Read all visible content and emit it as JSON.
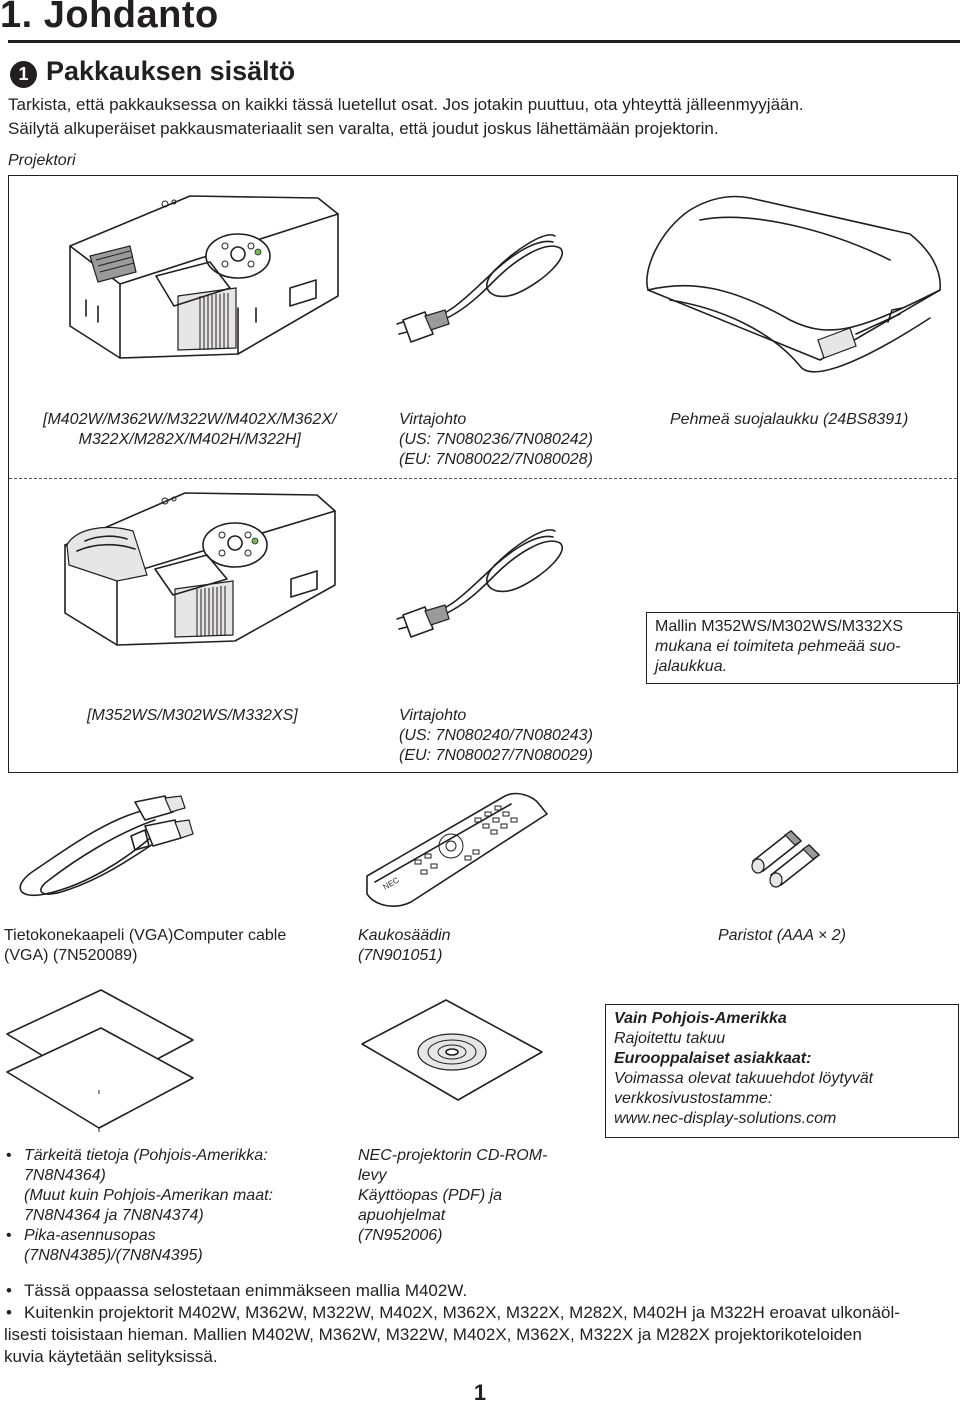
{
  "chapter_title": "1. Johdanto",
  "section": {
    "number": "1",
    "title": "Pakkauksen sisältö"
  },
  "intro": [
    "Tarkista, että pakkauksessa on kaikki tässä luetellut osat. Jos jotakin puuttuu, ota yhteyttä jälleenmyyjään.",
    "Säilytä alkuperäiset pakkausmateriaalit sen varalta, että joudut joskus lähettämään projektorin."
  ],
  "projector_label": "Projektori",
  "box_top": {
    "projector_models": [
      "[M402W/M362W/M322W/M402X/M362X/",
      "M322X/M282X/M402H/M322H]"
    ],
    "power_cord": [
      "Virtajohto",
      "(US: 7N080236/7N080242)",
      "(EU: 7N080022/7N080028)"
    ],
    "soft_case": "Pehmeä suojalaukku (24BS8391)",
    "projector_models_ws": "[M352WS/M302WS/M332XS]",
    "power_cord_ws": [
      "Virtajohto",
      "(US: 7N080240/7N080243)",
      "(EU: 7N080027/7N080029)"
    ],
    "ws_note": [
      "Mallin M352WS/M302WS/M332XS",
      "mukana ei toimiteta pehmeää suo-",
      "jalaukkua."
    ]
  },
  "accessories": {
    "vga_cable": [
      "Tietokonekaapeli (VGA)Computer cable",
      "(VGA) (7N520089)"
    ],
    "remote": [
      "Kaukosäädin",
      "(7N901051)"
    ],
    "batteries": "Paristot (AAA × 2)",
    "remote_brand": "NEC"
  },
  "documents": {
    "info_list": [
      [
        "Tärkeitä tietoja (Pohjois-Amerikka:",
        "7N8N4364)",
        "(Muut kuin Pohjois-Amerikan maat:",
        "7N8N4364 ja 7N8N4374)"
      ],
      [
        "Pika-asennusopas",
        "(7N8N4385)/(7N8N4395)"
      ]
    ],
    "cdrom": [
      "NEC-projektorin CD-ROM-",
      "levy",
      "Käyttöopas (PDF) ja",
      "apuohjelmat",
      "(7N952006)"
    ],
    "warranty": {
      "na_heading": "Vain Pohjois-Amerikka",
      "na_text": "Rajoitettu takuu",
      "eu_heading": "Eurooppalaiset asiakkaat:",
      "eu_text": [
        "Voimassa olevat takuuehdot löytyvät",
        "verkkosivustostamme:",
        "www.nec-display-solutions.com"
      ]
    }
  },
  "notes": [
    "Tässä oppaassa selostetaan enimmäkseen mallia M402W.",
    [
      "Kuitenkin projektorit M402W, M362W, M322W, M402X, M362X, M322X, M282X, M402H ja M322H eroavat ulkonäöl-",
      "lisesti toisistaan hieman. Mallien M402W, M362W, M322W, M402X, M362X, M322X ja M282X projektorikoteloiden",
      "kuvia käytetään selityksissä."
    ]
  ],
  "page_number": "1"
}
